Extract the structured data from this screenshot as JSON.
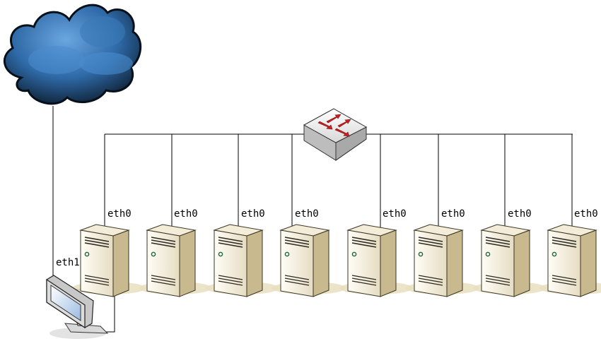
{
  "labels": {
    "uplink": "eth1",
    "ports": [
      "eth0",
      "eth0",
      "eth0",
      "eth0",
      "eth0",
      "eth0",
      "eth0",
      "eth0"
    ]
  },
  "icons": {
    "cloud": "cloud-icon",
    "switch": "network-switch-icon",
    "server": "tower-server-icon",
    "monitor": "monitor-icon"
  },
  "colors": {
    "line": "#000000",
    "server_body": "#e6dcc4",
    "server_front": "#fbf6ea",
    "switch_arrows": "#cc1f1f",
    "cloud_fill": "#3c78b8",
    "cloud_outline": "#0a1420"
  }
}
